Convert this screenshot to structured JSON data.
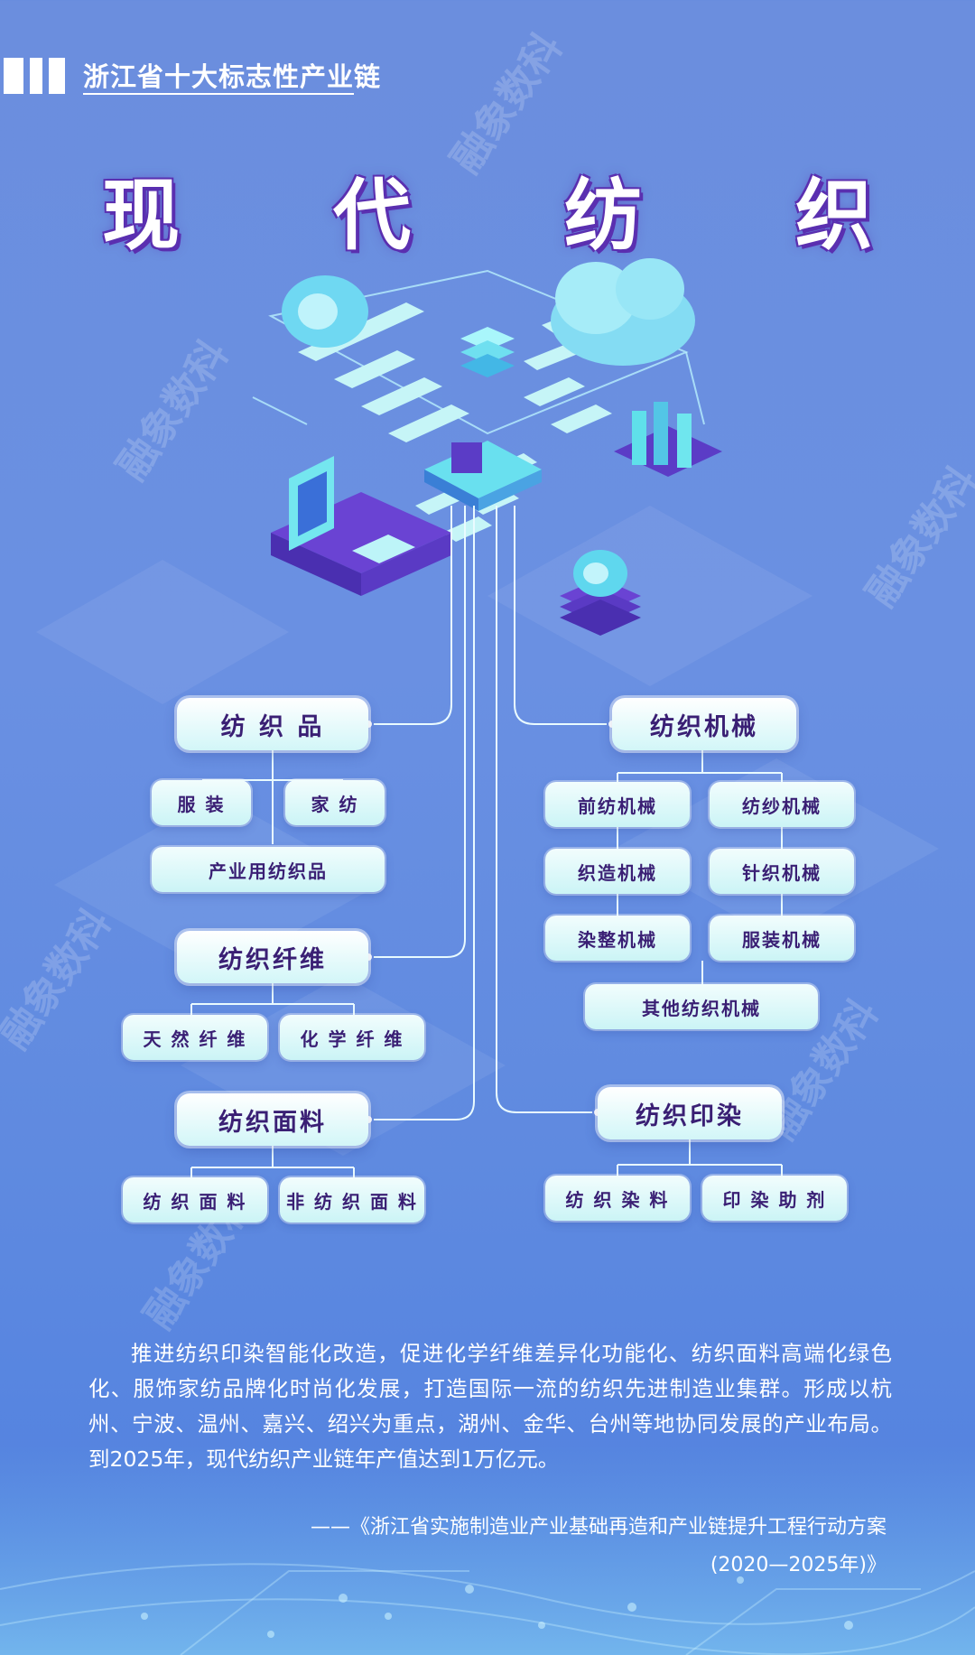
{
  "header": {
    "series_label": "浙江省十大标志性产业链"
  },
  "title": "现 代 纺 织",
  "watermark": "融象数科",
  "categories": {
    "textiles": {
      "label": "纺 织 品",
      "items": [
        "服 装",
        "家 纺",
        "产业用纺织品"
      ]
    },
    "fiber": {
      "label": "纺织纤维",
      "items": [
        "天 然 纤 维",
        "化 学 纤 维"
      ]
    },
    "fabric": {
      "label": "纺织面料",
      "items": [
        "纺 织 面 料",
        "非 纺 织 面 料"
      ]
    },
    "machinery": {
      "label": "纺织机械",
      "items": [
        "前纺机械",
        "纺纱机械",
        "织造机械",
        "针织机械",
        "染整机械",
        "服装机械",
        "其他纺织机械"
      ]
    },
    "dyeing": {
      "label": "纺织印染",
      "items": [
        "纺 织 染 料",
        "印 染 助 剂"
      ]
    }
  },
  "description": "推进纺织印染智能化改造，促进化学纤维差异化功能化、纺织面料高端化绿色化、服饰家纺品牌化时尚化发展，打造国际一流的纺织先进制造业集群。形成以杭州、宁波、温州、嘉兴、绍兴为重点，湖州、金华、台州等地协同发展的产业布局。到2025年，现代纺织产业链年产值达到1万亿元。",
  "source": {
    "line1": "——《浙江省实施制造业产业基础再造和产业链提升工程行动方案",
    "line2": "(2020—2025年)》"
  },
  "colors": {
    "background": "#6a90e2",
    "title_outline": "#5a2fb0",
    "box_text": "#3a1f74",
    "box_fill": "#d2f6f8"
  }
}
